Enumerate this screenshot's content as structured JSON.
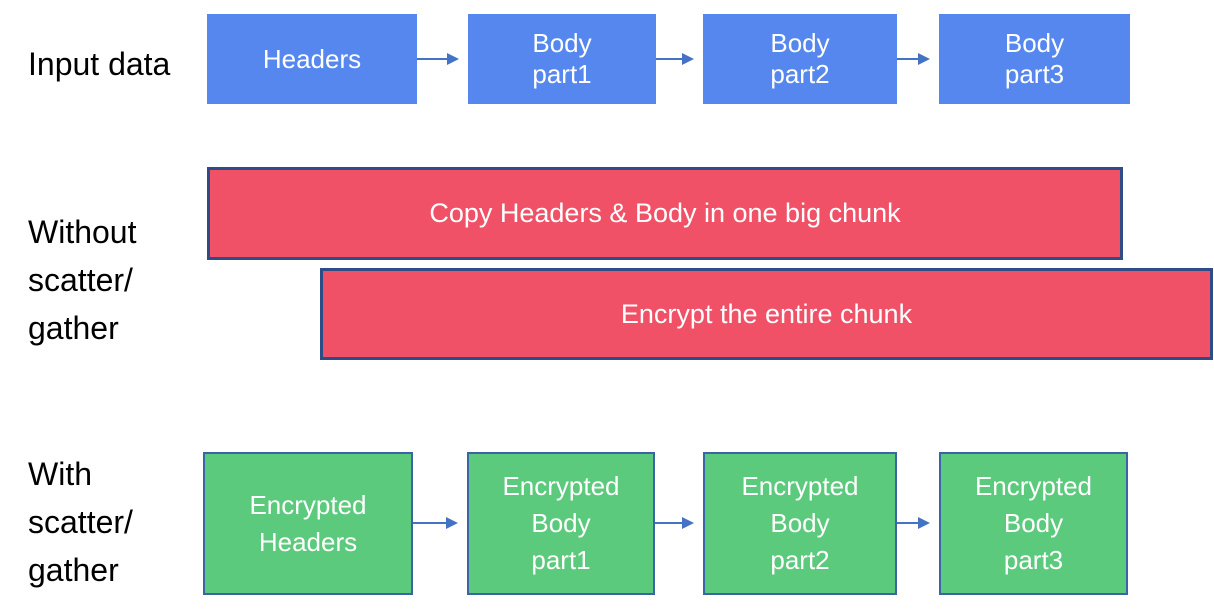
{
  "title_labels": {
    "input_data": "Input data",
    "without_scatter_gather": "Without\nscatter/\ngather",
    "with_scatter_gather": "With\nscatter/\ngather"
  },
  "input_row": {
    "boxes": [
      {
        "label": "Headers"
      },
      {
        "label": "Body\npart1"
      },
      {
        "label": "Body\npart2"
      },
      {
        "label": "Body\npart3"
      }
    ]
  },
  "without_row": {
    "boxes": [
      {
        "label": "Copy Headers & Body in one big chunk"
      },
      {
        "label": "Encrypt the entire chunk"
      }
    ]
  },
  "with_row": {
    "boxes": [
      {
        "label": "Encrypted\nHeaders"
      },
      {
        "label": "Encrypted\nBody\npart1"
      },
      {
        "label": "Encrypted\nBody\npart2"
      },
      {
        "label": "Encrypted\nBody\npart3"
      }
    ]
  },
  "colors": {
    "input_box_fill": "#5687EF",
    "without_box_fill": "#F05167",
    "without_box_border": "#2E4C86",
    "with_box_fill": "#5CCA7D",
    "with_box_border": "#3A63A8",
    "arrow": "#4472C4",
    "box_text": "#FFFFFF",
    "label_text": "#000000",
    "background": "#FFFFFF"
  }
}
